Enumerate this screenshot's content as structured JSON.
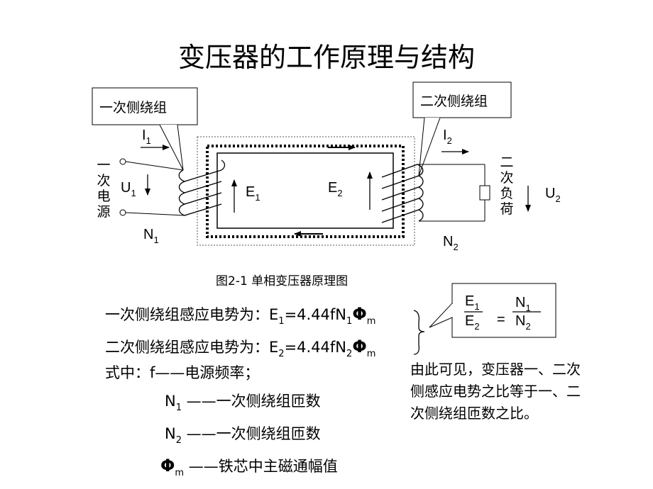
{
  "title": "变压器的工作原理与结构",
  "diagram": {
    "callout_primary": "一次侧绕组",
    "callout_secondary": "二次侧绕组",
    "I1": {
      "main": "I",
      "sub": "1"
    },
    "I2": {
      "main": "I",
      "sub": "2"
    },
    "U1": {
      "main": "U",
      "sub": "1"
    },
    "U2": {
      "main": "U",
      "sub": "2"
    },
    "E1": {
      "main": "E",
      "sub": "1"
    },
    "E2": {
      "main": "E",
      "sub": "2"
    },
    "N1": {
      "main": "N",
      "sub": "1"
    },
    "N2": {
      "main": "N",
      "sub": "2"
    },
    "source_label": [
      "一",
      "次",
      "电",
      "源"
    ],
    "load_label": [
      "二",
      "次",
      "负",
      "荷"
    ]
  },
  "caption": "图2-1  单相变压器原理图",
  "formulas": {
    "e1": {
      "prefix": "一次侧绕组感应电势为：",
      "lhs": "E",
      "lhs_sub": "1",
      "mid": "=4.44fN",
      "mid_sub": "1",
      "phi": "Φ",
      "phi_sub": "m"
    },
    "e2": {
      "prefix": "二次侧绕组感应电势为：",
      "lhs": "E",
      "lhs_sub": "2",
      "mid": "=4.44fN",
      "mid_sub": "2",
      "phi": "Φ",
      "phi_sub": "m"
    }
  },
  "ratio_box": {
    "num_left": {
      "main": "E",
      "sub": "1"
    },
    "den_left": {
      "main": "E",
      "sub": "2"
    },
    "equals": "=",
    "num_right": {
      "main": "N",
      "sub": "1"
    },
    "den_right": {
      "main": "N",
      "sub": "2"
    }
  },
  "conclusion": [
    "由此可见，变压器一、二次",
    "侧感应电势之比等于一、二",
    "次侧绕组匝数之比。"
  ],
  "definitions": {
    "intro": "式中：f——电源频率；",
    "n1": {
      "sym": "N",
      "sub": "1",
      "desc": " ——一次侧绕组匝数"
    },
    "n2": {
      "sym": "N",
      "sub": "2",
      "desc": " ——一次侧绕组匝数"
    },
    "phi": {
      "sym": "Φ",
      "sub": "m",
      "desc": " ——铁芯中主磁通幅值"
    }
  }
}
